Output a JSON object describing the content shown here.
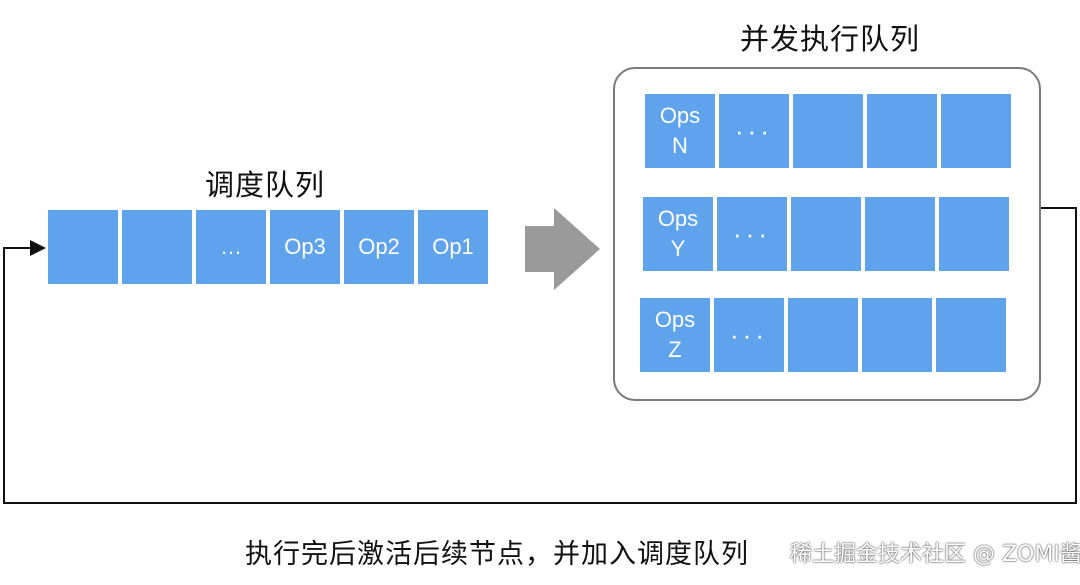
{
  "scheduling_queue": {
    "title": "调度队列",
    "items": [
      "",
      "",
      "…",
      "Op3",
      "Op2",
      "Op1"
    ]
  },
  "concurrent_queue": {
    "title": "并发执行队列",
    "rows": [
      {
        "label_line1": "Ops",
        "label_line2": "N",
        "dots": "···"
      },
      {
        "label_line1": "Ops",
        "label_line2": "Y",
        "dots": "···"
      },
      {
        "label_line1": "Ops",
        "label_line2": "Z",
        "dots": "···"
      }
    ]
  },
  "footer_caption": "执行完后激活后续节点，并加入调度队列",
  "watermark": "稀土掘金技术社区 @ ZOMI酱",
  "colors": {
    "box": "#5fa3ec",
    "arrow": "#9a9a9a",
    "line": "#111111",
    "panel_border": "#7a7a7a"
  }
}
